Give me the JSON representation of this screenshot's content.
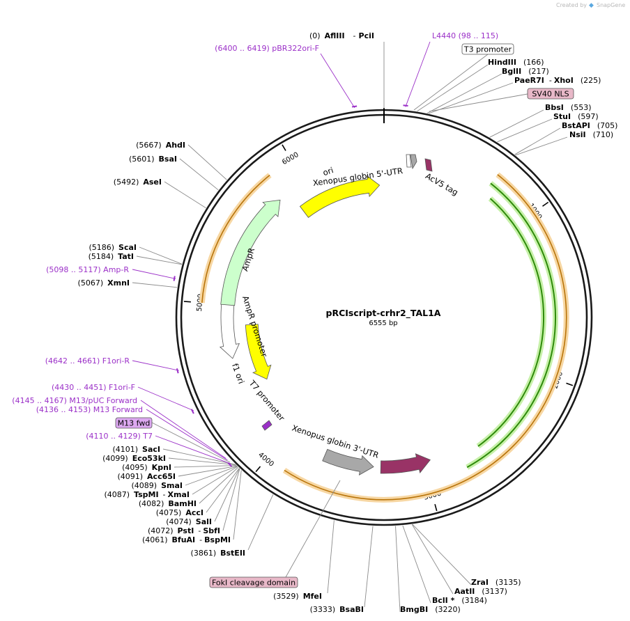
{
  "watermark": {
    "prefix": "Created by",
    "brand": "SnapGene"
  },
  "plasmid": {
    "name": "pRCIscript-crhr2_TAL1A",
    "length_label": "6555 bp"
  },
  "ruler_ticks": [
    {
      "label": "1000",
      "bp": 1000
    },
    {
      "label": "2000",
      "bp": 2000
    },
    {
      "label": "3000",
      "bp": 3000
    },
    {
      "label": "4000",
      "bp": 4000
    },
    {
      "label": "5000",
      "bp": 5000
    },
    {
      "label": "6000",
      "bp": 6000
    }
  ],
  "sites": [
    {
      "id": "afliii",
      "pos": "(0)",
      "name": "AflIII",
      "name2": "PciI",
      "bp": 0
    },
    {
      "id": "hindiii",
      "pos": "(166)",
      "name": "HindIII",
      "bp": 166
    },
    {
      "id": "bglii",
      "pos": "(217)",
      "name": "BglII",
      "bp": 217
    },
    {
      "id": "paer7i",
      "pos": "(225)",
      "name": "PaeR7I",
      "name2": "XhoI",
      "bp": 225
    },
    {
      "id": "bbsi",
      "pos": "(553)",
      "name": "BbsI",
      "bp": 553
    },
    {
      "id": "stui",
      "pos": "(597)",
      "name": "StuI",
      "bp": 597
    },
    {
      "id": "bstapi",
      "pos": "(705)",
      "name": "BstAPI",
      "bp": 705
    },
    {
      "id": "nsii",
      "pos": "(710)",
      "name": "NsiI",
      "bp": 710
    },
    {
      "id": "zrai",
      "pos": "(3135)",
      "name": "ZraI",
      "bp": 3135
    },
    {
      "id": "aatii",
      "pos": "(3137)",
      "name": "AatII",
      "bp": 3137
    },
    {
      "id": "bcli",
      "pos": "(3184)",
      "name": "BclI *",
      "bp": 3184
    },
    {
      "id": "bmgbi",
      "pos": "(3220)",
      "name": "BmgBI",
      "bp": 3220
    },
    {
      "id": "bsabi",
      "pos": "(3333)",
      "name": "BsaBI",
      "bp": 3333
    },
    {
      "id": "mfei",
      "pos": "(3529)",
      "name": "MfeI",
      "bp": 3529
    },
    {
      "id": "bsteii",
      "pos": "(3861)",
      "name": "BstEII",
      "bp": 3861
    },
    {
      "id": "bfuai",
      "pos": "(4061)",
      "name": "BfuAI",
      "name2": "BspMI",
      "bp": 4061
    },
    {
      "id": "psti",
      "pos": "(4072)",
      "name": "PstI",
      "name2": "SbfI",
      "bp": 4072
    },
    {
      "id": "sali",
      "pos": "(4074)",
      "name": "SalI",
      "bp": 4074
    },
    {
      "id": "acci",
      "pos": "(4075)",
      "name": "AccI",
      "bp": 4075
    },
    {
      "id": "bamhi",
      "pos": "(4082)",
      "name": "BamHI",
      "bp": 4082
    },
    {
      "id": "tspmi",
      "pos": "(4087)",
      "name": "TspMI",
      "name2": "XmaI",
      "bp": 4087
    },
    {
      "id": "smai",
      "pos": "(4089)",
      "name": "SmaI",
      "bp": 4089
    },
    {
      "id": "acc65i",
      "pos": "(4091)",
      "name": "Acc65I",
      "bp": 4091
    },
    {
      "id": "kpni",
      "pos": "(4095)",
      "name": "KpnI",
      "bp": 4095
    },
    {
      "id": "eco53ki",
      "pos": "(4099)",
      "name": "Eco53kI",
      "bp": 4099
    },
    {
      "id": "saci",
      "pos": "(4101)",
      "name": "SacI",
      "bp": 4101
    },
    {
      "id": "xmni",
      "pos": "(5067)",
      "name": "XmnI",
      "bp": 5067
    },
    {
      "id": "tati",
      "pos": "(5184)",
      "name": "TatI",
      "bp": 5184
    },
    {
      "id": "scai",
      "pos": "(5186)",
      "name": "ScaI",
      "bp": 5186
    },
    {
      "id": "asei",
      "pos": "(5492)",
      "name": "AseI",
      "bp": 5492
    },
    {
      "id": "bsai",
      "pos": "(5601)",
      "name": "BsaI",
      "bp": 5601
    },
    {
      "id": "ahdi",
      "pos": "(5667)",
      "name": "AhdI",
      "bp": 5667
    }
  ],
  "primers": [
    {
      "id": "pbr322orif",
      "text": "(6400 .. 6419)  pBR322ori-F",
      "bp": 6410
    },
    {
      "id": "l4440",
      "text": "L4440    (98 .. 115)",
      "bp": 106
    },
    {
      "id": "ampr",
      "text": "(5098 .. 5117)  Amp-R",
      "bp": 5108
    },
    {
      "id": "f1orir",
      "text": "(4642 .. 4661)  F1ori-R",
      "bp": 4652
    },
    {
      "id": "f1orif",
      "text": "(4430 .. 4451)  F1ori-F",
      "bp": 4440
    },
    {
      "id": "m13puc",
      "text": "(4145 .. 4167)  M13/pUC Forward",
      "bp": 4156
    },
    {
      "id": "m13fwdp",
      "text": "(4136 .. 4153)  M13 Forward",
      "bp": 4145
    },
    {
      "id": "t7",
      "text": "(4110 .. 4129)  T7",
      "bp": 4120
    }
  ],
  "boxed_labels": [
    {
      "id": "t3-promoter",
      "text": "T3 promoter",
      "fill": "#ffffff"
    },
    {
      "id": "sv40-nls",
      "text": "SV40 NLS",
      "fill": "#e8b8c8"
    },
    {
      "id": "m13-fwd",
      "text": "M13 fwd",
      "fill": "#dca8f0"
    },
    {
      "id": "foki",
      "text": "FokI cleavage domain",
      "fill": "#e8b8c8"
    }
  ],
  "features": [
    {
      "id": "ori",
      "text": "ori",
      "color": "#ffff00"
    },
    {
      "id": "xenopus5",
      "text": "Xenopus globin 5'-UTR",
      "color": "#a8a8a8"
    },
    {
      "id": "acv5",
      "text": "AcV5 tag",
      "color": "#993366"
    },
    {
      "id": "ampr",
      "text": "AmpR",
      "color": "#ccffcc"
    },
    {
      "id": "amprprom",
      "text": "AmpR promoter",
      "color": "#ffffff"
    },
    {
      "id": "f1ori",
      "text": "f1 ori",
      "color": "#ffff00"
    },
    {
      "id": "t7prom",
      "text": "T7 promoter",
      "color": "#ffffff"
    },
    {
      "id": "xenopus3",
      "text": "Xenopus globin 3'-UTR",
      "color": "#a8a8a8"
    },
    {
      "id": "tal",
      "text": "",
      "color": "#993366"
    }
  ],
  "colors": {
    "primer": "#9b30c8",
    "orf_orange": "#f5c88a",
    "orf_green": "#2e8b0a",
    "backbone": "#1a1a1a"
  }
}
